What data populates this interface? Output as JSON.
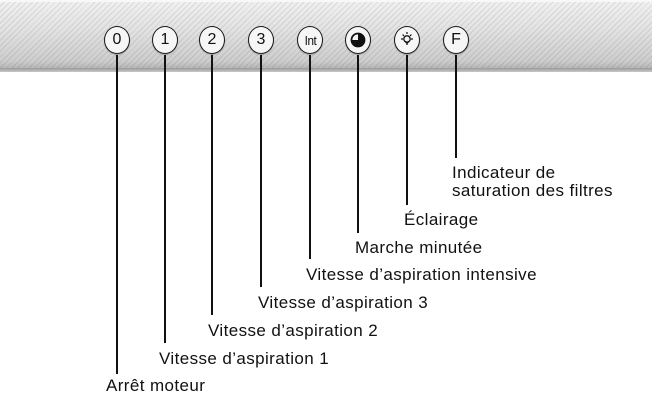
{
  "buttons": [
    {
      "key": "stop",
      "symbol": "0",
      "icon": null
    },
    {
      "key": "speed-1",
      "symbol": "1",
      "icon": null
    },
    {
      "key": "speed-2",
      "symbol": "2",
      "icon": null
    },
    {
      "key": "speed-3",
      "symbol": "3",
      "icon": null
    },
    {
      "key": "intensive",
      "symbol": "Int",
      "icon": null
    },
    {
      "key": "timer",
      "symbol": "",
      "icon": "timer-icon"
    },
    {
      "key": "light",
      "symbol": "",
      "icon": "light-bulb-icon"
    },
    {
      "key": "filter",
      "symbol": "F",
      "icon": null
    }
  ],
  "labels": {
    "stop": "Arrêt moteur",
    "speed_1": "Vitesse d’aspiration 1",
    "speed_2": "Vitesse d’aspiration 2",
    "speed_3": "Vitesse d’aspiration 3",
    "intensive": "Vitesse d’aspiration intensive",
    "timer": "Marche minutée",
    "light": "Éclairage",
    "filter_line1": "Indicateur de",
    "filter_line2": "saturation des filtres"
  },
  "colors": {
    "panel": "#d9d9d9",
    "button_face": "#f6f6f6",
    "ink": "#111111"
  }
}
